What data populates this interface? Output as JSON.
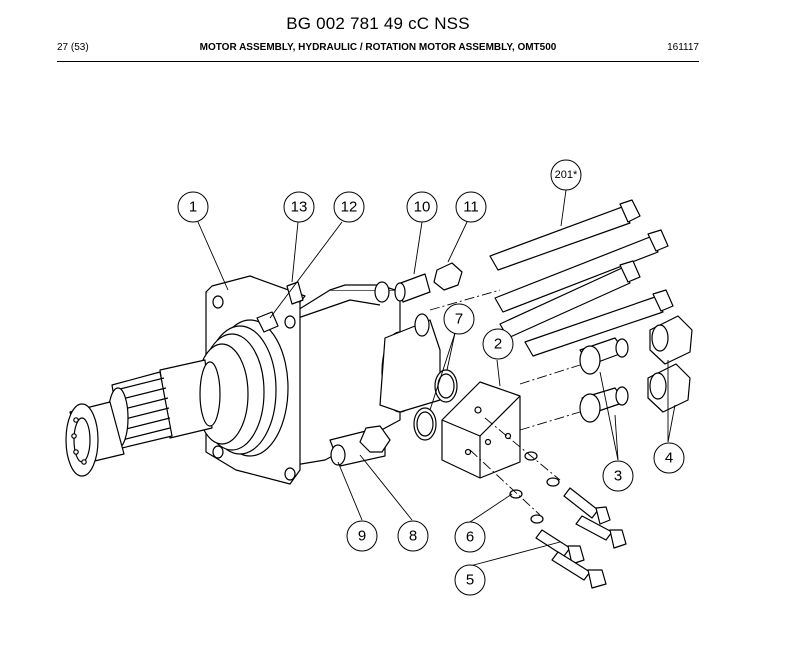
{
  "document": {
    "title": "BG 002 781 49 cC NSS",
    "page": "27 (53)",
    "section": "MOTOR ASSEMBLY, HYDRAULIC / ROTATION MOTOR ASSEMBLY, OMT500",
    "date": "161117"
  },
  "callouts": [
    "1",
    "13",
    "12",
    "10",
    "11",
    "201*",
    "7",
    "2",
    "3",
    "4",
    "5",
    "6",
    "8",
    "9"
  ]
}
